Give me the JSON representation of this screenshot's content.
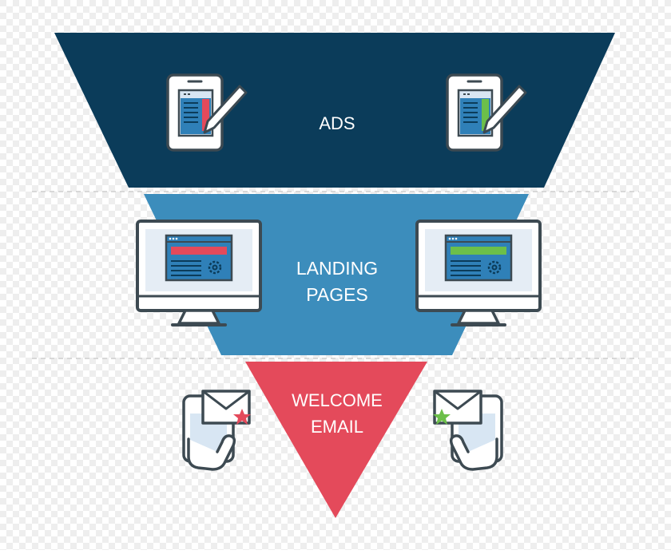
{
  "funnel": {
    "stages": [
      {
        "id": "ads",
        "lines": [
          "ADS"
        ],
        "color": "#0b3c5a"
      },
      {
        "id": "landing-pages",
        "lines": [
          "LANDING",
          "PAGES"
        ],
        "color": "#3c8dbc"
      },
      {
        "id": "welcome-email",
        "lines": [
          "WELCOME",
          "EMAIL"
        ],
        "color": "#e44a5b"
      }
    ]
  },
  "icons": {
    "left_variant_color": "#e44a5b",
    "right_variant_color": "#6cbf4a",
    "stroke_color": "#3d4a52",
    "screen_color": "#2f80b8",
    "panel_color": "#d8e6f3"
  }
}
